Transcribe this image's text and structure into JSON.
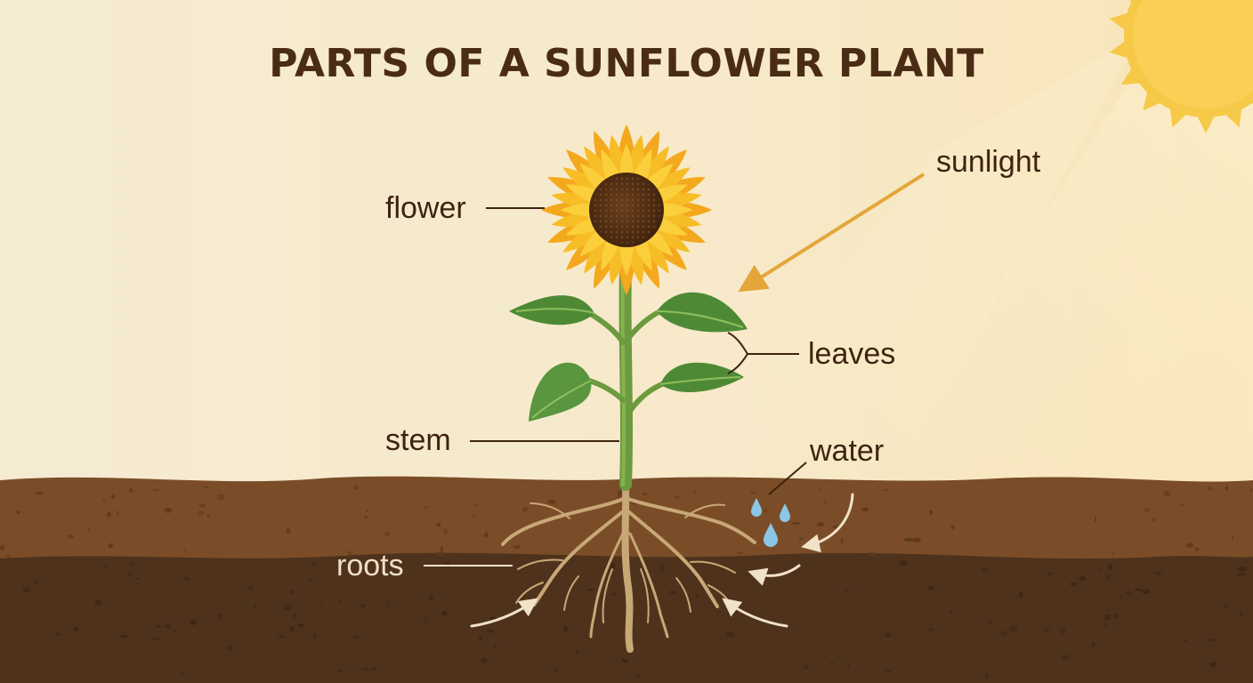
{
  "title": "PARTS OF A SUNFLOWER PLANT",
  "labels": {
    "flower": "flower",
    "sunlight": "sunlight",
    "leaves": "leaves",
    "stem": "stem",
    "water": "water",
    "roots": "roots"
  },
  "colors": {
    "background": "#f6ead0",
    "title": "#4a2c15",
    "topsoil": "#7a4d28",
    "subsoil": "#4f321c",
    "petal": "#f7bd26",
    "flower_center": "#5a3417",
    "leaf": "#4e8a36",
    "stem": "#6c9a3e",
    "root": "#c9a877",
    "sun": "#f7c948",
    "water": "#8cc6e6",
    "sunlight_arrow": "#e4a63a"
  }
}
